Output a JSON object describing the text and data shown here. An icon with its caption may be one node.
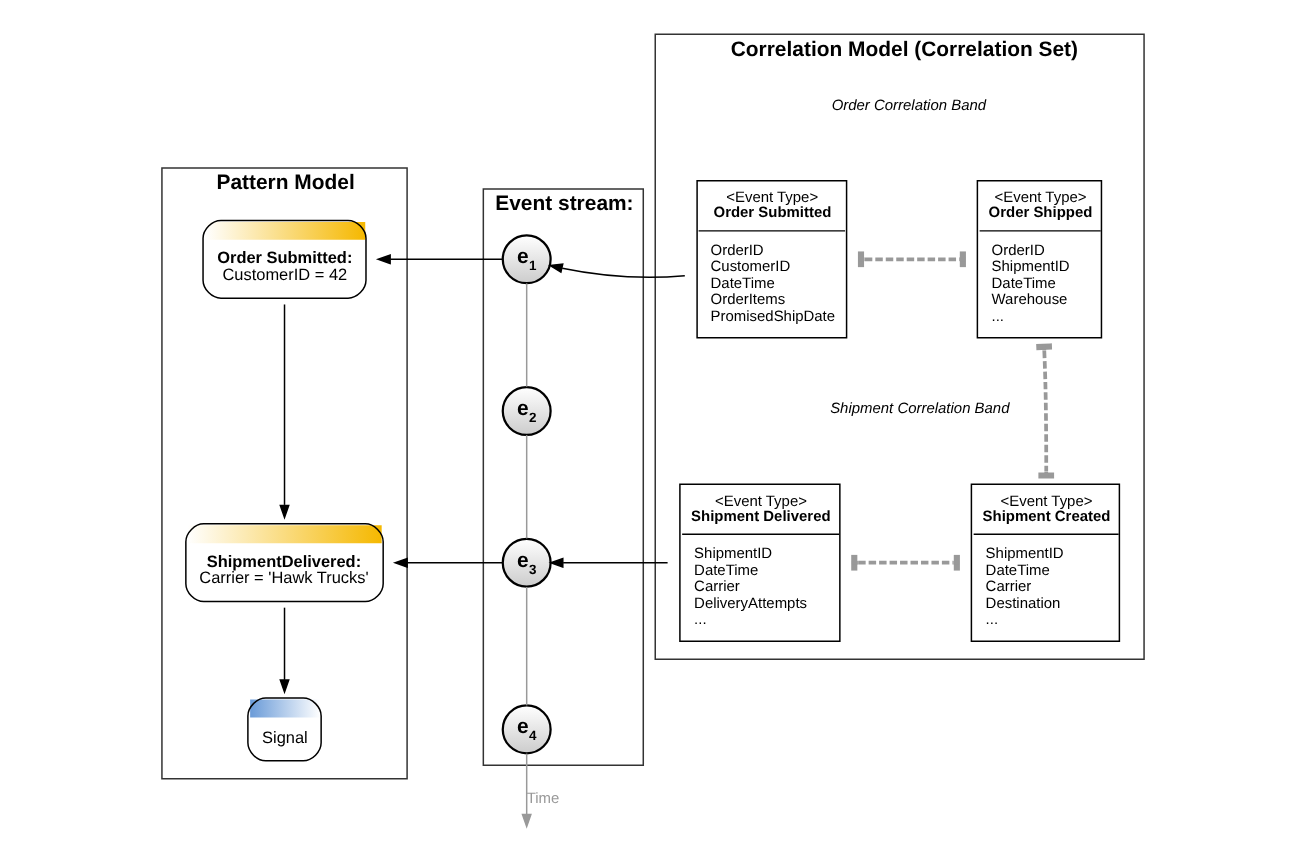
{
  "diagram": {
    "nodes": [
      {
        "text": [
          "Pattern Model"
        ]
      },
      {
        "text": [
          "Order Submitted:",
          "CustomerID = 42"
        ],
        "in": 0
      },
      {
        "text": [
          "ShipmentDelivered:",
          "Carrier = 'Hawk Trucks'"
        ],
        "in": 0
      },
      {
        "text": [
          "Signal"
        ],
        "in": 0
      },
      {
        "text": [
          "Event stream:"
        ]
      },
      {
        "text": [
          "e$_{1}$"
        ],
        "in": 4
      },
      {
        "text": [
          "e$_{2}$"
        ],
        "in": 4
      },
      {
        "text": [
          "e$_{3}$"
        ],
        "in": 4
      },
      {
        "text": [
          "e$_{4}$"
        ],
        "in": 4
      },
      {
        "text": [
          "Correlation Model (Correlation Set)"
        ]
      },
      {
        "text": [
          "<Event Type>",
          "Order Submitted",
          "OrderID",
          "CustomerID",
          "DateTime",
          "OrderItems",
          "PromisedShipDate"
        ],
        "in": 9
      },
      {
        "text": [
          "<Event Type>",
          "Order Shipped",
          "OrderID",
          "ShipmentID",
          "DateTime",
          "Warehouse",
          "..."
        ],
        "in": 9
      },
      {
        "text": [
          "<Event Type>",
          "Shipment Delivered",
          "ShipmentID",
          "DateTime",
          "Carrier",
          "DeliveryAttempts",
          "..."
        ],
        "in": 9
      },
      {
        "text": [
          "<Event Type>",
          "Shipment Created",
          "ShipmentID",
          "DateTime",
          "Carrier",
          "Destination",
          "..."
        ],
        "in": 9
      }
    ],
    "edges": [
      {
        "from": 5,
        "to": 1,
        "arrow": "to",
        "color": "#000000"
      },
      {
        "from": 10,
        "to": 5,
        "arrow": "to",
        "color": "#000000"
      },
      {
        "from": 7,
        "to": 2,
        "arrow": "to",
        "color": "#000000"
      },
      {
        "from": 12,
        "to": 7,
        "arrow": "to",
        "color": "#000000"
      },
      {
        "from": 1,
        "to": 2,
        "arrow": "to",
        "color": "#000000"
      },
      {
        "from": 2,
        "to": 3,
        "arrow": "to",
        "color": "#000000"
      },
      {
        "from": 5,
        "to": 6,
        "arrow": "none",
        "color": "#999999"
      },
      {
        "from": 6,
        "to": 7,
        "arrow": "none",
        "color": "#999999"
      },
      {
        "from": 7,
        "to": 8,
        "arrow": "none",
        "color": "#999999"
      },
      {
        "from": 8,
        "to": null,
        "arrow": "to",
        "label": "Time",
        "color": "#999999"
      },
      {
        "from": 10,
        "to": 11,
        "arrow": "other",
        "style": "dashed",
        "color": "#999999"
      },
      {
        "from": 11,
        "to": 13,
        "arrow": "other",
        "style": "dashed",
        "color": "#999999"
      },
      {
        "from": 12,
        "to": 13,
        "arrow": "other",
        "style": "dashed",
        "color": "#999999"
      }
    ],
    "labels": [
      "Order Correlation Band",
      "Shipment Correlation Band"
    ]
  }
}
